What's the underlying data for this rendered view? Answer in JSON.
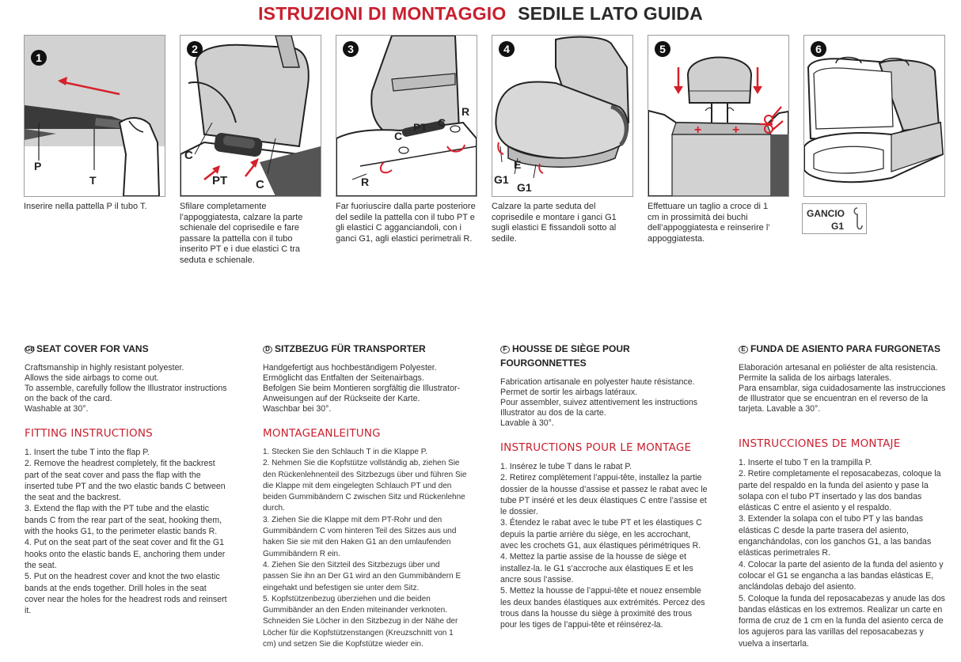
{
  "header": {
    "title_red": "ISTRUZIONI DI MONTAGGIO",
    "title_dark": "SEDILE LATO GUIDA"
  },
  "steps": [
    {
      "number": "1",
      "labels": {
        "p": "P",
        "t": "T"
      },
      "caption": "Inserire nella pattella P il tubo T."
    },
    {
      "number": "2",
      "labels": {
        "c1": "C",
        "pt": "PT",
        "c2": "C"
      },
      "caption": "Sfilare completamente l’appoggiatesta, calzare la parte schienale del coprisedile e fare passare la pattella con il tubo inserito PT e i due elastici C tra seduta e schienale."
    },
    {
      "number": "3",
      "labels": {
        "c": "C",
        "pt": "PT",
        "c2": "C",
        "r1": "R",
        "r2": "R"
      },
      "caption": "Far fuoriuscire dalla parte posteriore del sedile la pattella con il tubo PT e gli elastici C agganciandoli, con i ganci G1, agli elastici perimetrali R."
    },
    {
      "number": "4",
      "labels": {
        "g1a": "G1",
        "e": "E",
        "g1b": "G1"
      },
      "caption": "Calzare la parte seduta del coprisedile e montare i ganci G1 sugli elastici E fissandoli sotto al sedile."
    },
    {
      "number": "5",
      "labels": {},
      "caption": "Effettuare un taglio a croce di 1 cm in prossimità dei buchi dell’appoggiatesta e reinserire l’ appoggiatesta."
    },
    {
      "number": "6",
      "labels": {},
      "caption": ""
    }
  ],
  "gancio": {
    "line1": "GANCIO",
    "line2": "G1"
  },
  "columns": [
    {
      "flag": "GB",
      "heading": "SEAT COVER FOR VANS",
      "intro": [
        "Craftsmanship in highly resistant polyester.",
        "Allows the side airbags to come out.",
        "To assemble, carefully follow the Illustrator instructions on the back of the card.",
        "Washable at 30°."
      ],
      "subheading": "FITTING INSTRUCTIONS",
      "steps": [
        "1. Insert the tube T into the flap P.",
        "2. Remove the headrest completely, fit the backrest part of the seat cover and pass the flap with the inserted tube PT and the two elastic bands C between the seat and the backrest.",
        "3. Extend the flap with the PT tube and the elastic bands C from the rear part of the seat, hooking them, with the hooks G1, to the perimeter elastic bands R.",
        "4. Put on the seat part of the seat cover and fit the G1 hooks onto the elastic bands E, anchoring them under the seat.",
        "5. Put on the headrest cover and knot the two elastic bands at the ends together. Drill holes in the seat cover near the holes for the headrest rods and reinsert it."
      ]
    },
    {
      "flag": "D",
      "heading": "SITZBEZUG FÜR TRANSPORTER",
      "intro": [
        "Handgefertigt aus hochbeständigem Polyester.",
        "Ermöglicht das Entfalten der Seitenairbags.",
        "Befolgen Sie beim Montieren sorgfältig die Illustrator-Anweisungen auf der Rückseite der Karte.",
        "Waschbar bei 30°."
      ],
      "subheading": "MONTAGEANLEITUNG",
      "steps": [
        "1. Stecken Sie den Schlauch T in die Klappe P.",
        "2. Nehmen Sie die Kopfstütze vollständig ab, ziehen Sie den Rückenlehnenteil des Sitzbezugs über und führen Sie die Klappe mit dem eingelegten Schlauch PT und den beiden Gummibändern C zwischen Sitz und Rückenlehne durch.",
        "3. Ziehen Sie die Klappe mit dem PT-Rohr und den Gummibändern C vom hinteren Teil des Sitzes aus und haken Sie sie mit den Haken G1 an den umlaufenden Gummibändern R ein.",
        "4. Ziehen Sie den Sitzteil des Sitzbezugs über und passen Sie ihn an Der G1 wird an den Gummibändern E eingehakt und befestigen sie unter dem Sitz.",
        "5. Kopfstützenbezug überziehen und die beiden Gummibänder an den Enden miteinander verknoten. Schneiden Sie Löcher in den Sitzbezug in der Nähe der Löcher für die Kopfstützenstangen (Kreuzschnitt von 1 cm) und setzen Sie die Kopfstütze wieder ein."
      ]
    },
    {
      "flag": "F",
      "heading": "HOUSSE DE SIÈGE POUR FOURGONNETTES",
      "intro": [
        "Fabrication artisanale en polyester haute résistance.",
        "Permet de sortir les airbags latéraux.",
        "Pour assembler, suivez attentivement les instructions Illustrator au dos de la carte.",
        "Lavable à 30°."
      ],
      "subheading": "INSTRUCTIONS POUR LE MONTAGE",
      "steps": [
        "1. Insérez le tube T dans le rabat P.",
        "2. Retirez complètement l’appui-tête, installez la partie dossier de la housse d’assise et passez le rabat avec le tube PT inséré et les deux élastiques C entre l’assise et le dossier.",
        "3. Étendez le rabat avec le tube PT et les élastiques C depuis la partie arrière du siège, en les accrochant, avec les crochets G1, aux élastiques périmétriques R.",
        "4. Mettez la partie assise de la housse de siège et installez-la. le G1 s’accroche aux élastiques E et les ancre sous l’assise.",
        "5. Mettez la housse de l’appui-tête et nouez ensemble les deux bandes élastiques aux extrémités. Percez des trous dans la housse du siège à proximité des trous pour les tiges de l’appui-tête et réinsérez-la."
      ]
    },
    {
      "flag": "E",
      "heading": "FUNDA DE ASIENTO PARA FURGONETAS",
      "intro": [
        "Elaboración artesanal en poliéster de alta resistencia.",
        "Permite la salida de los airbags laterales.",
        "Para ensamblar, siga cuidadosamente las instrucciones de Illustrator que se encuentran en el reverso de la tarjeta. Lavable a 30°."
      ],
      "subheading": "INSTRUCCIONES DE MONTAJE",
      "steps": [
        "1. Inserte el tubo T en la trampilla P.",
        "2. Retire completamente el reposacabezas, coloque la parte del respaldo en la funda del asiento y pase la solapa con el tubo PT insertado y las dos bandas elásticas C entre el asiento y el respaldo.",
        "3. Extender la solapa con el tubo PT y las bandas elásticas C desde la parte trasera del asiento, enganchándolas, con los ganchos G1, a las bandas elásticas perimetrales R.",
        "4. Colocar la parte del asiento de la funda del asiento y colocar el G1 se engancha a las bandas elásticas E, anclándolas debajo del asiento.",
        "5. Coloque la funda del reposacabezas y anude las dos bandas elásticas en los extremos. Realizar un carte en forma de cruz de 1 cm en la funda del asiento cerca de los agujeros para las varillas del reposacabezas y vuelva a insertarla."
      ]
    }
  ]
}
